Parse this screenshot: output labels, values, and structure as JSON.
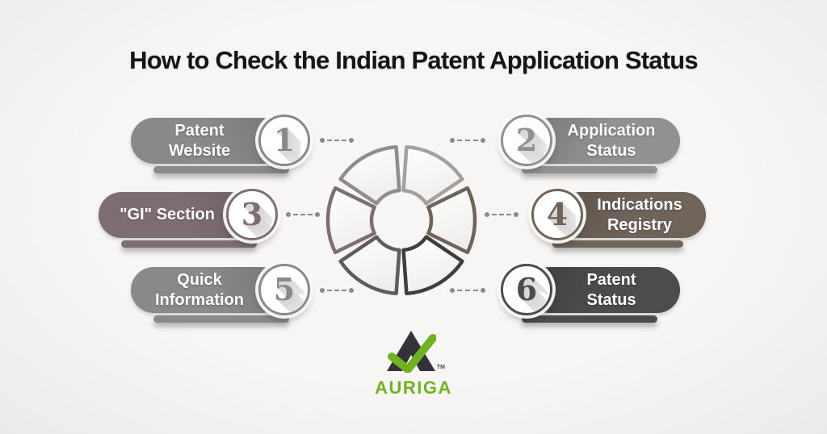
{
  "title": "How to Check the Indian Patent Application Status",
  "colors": {
    "background": "#f4f3f2",
    "title": "#171616",
    "pill_text": "#ffffff",
    "connector": "#8d8a8b",
    "brand_green": "#6fb322",
    "logo_dark": "#33323a"
  },
  "steps": [
    {
      "number": "1",
      "label": "Patent\nWebsite",
      "color": "#8b8889",
      "side": "left"
    },
    {
      "number": "2",
      "label": "Application\nStatus",
      "color": "#929091",
      "side": "right"
    },
    {
      "number": "3",
      "label": "\"GI\" Section",
      "color": "#7d6e73",
      "side": "left"
    },
    {
      "number": "4",
      "label": "Indications\nRegistry",
      "color": "#6f6459",
      "side": "right"
    },
    {
      "number": "5",
      "label": "Quick\nInformation",
      "color": "#8b8889",
      "side": "left"
    },
    {
      "number": "6",
      "label": "Patent\nStatus",
      "color": "#4e4b4c",
      "side": "right"
    }
  ],
  "wheel": {
    "segment_count": 6,
    "segment_colors": {
      "top_left": "#908d8e",
      "top_right": "#a3a0a1",
      "right": "#6f6459",
      "left": "#7e6f74",
      "bottom_left": "#5f5c5d",
      "bottom_right": "#403d3e"
    }
  },
  "logo": {
    "brand": "AURIGA",
    "trademark": "TM"
  }
}
